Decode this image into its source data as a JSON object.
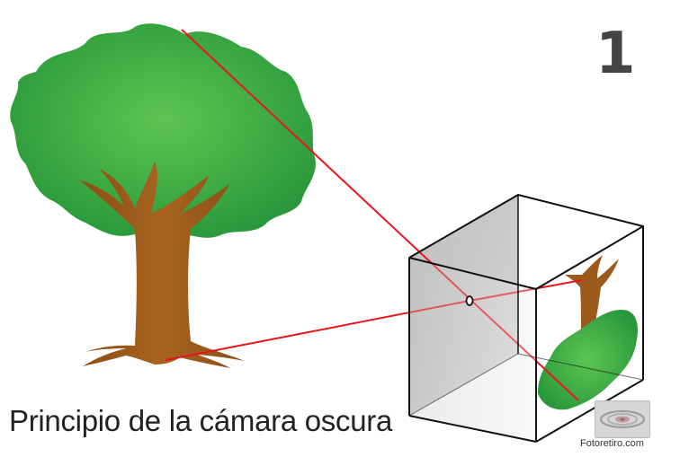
{
  "caption": "Principio de la cámara oscura",
  "figure_number": "1",
  "watermark": {
    "text": "Fotoretiro.com",
    "icon": "camera-lens-logo-icon"
  },
  "colors": {
    "foliage": "#2e9e3a",
    "foliage_highlight": "#55c24f",
    "trunk": "#9b5a1b",
    "ray": "#e8151b",
    "box_shade": "#c8c8c8",
    "box_edge": "#111111"
  },
  "icons": [
    "tree-icon",
    "pinhole-icon",
    "inverted-tree-icon"
  ]
}
